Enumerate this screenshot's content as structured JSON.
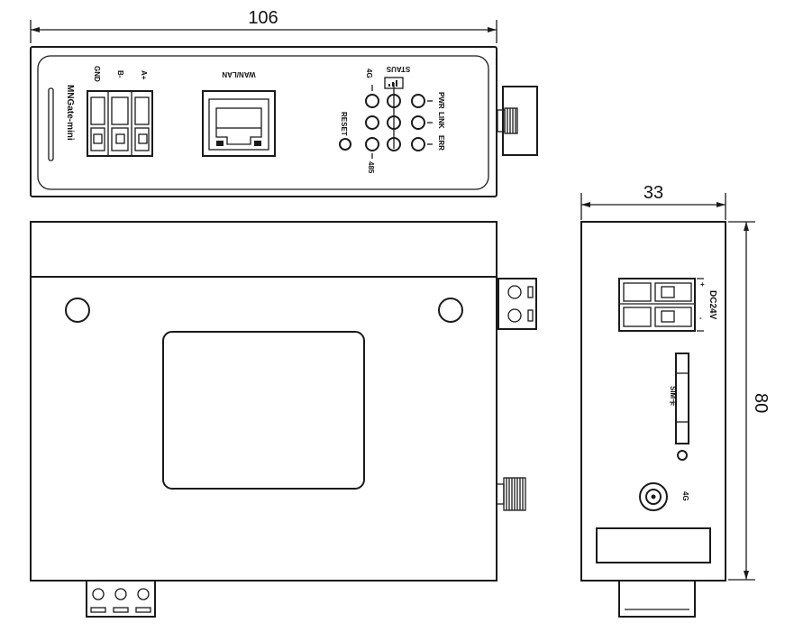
{
  "dimensions": {
    "width_top": "106",
    "depth_side": "33",
    "height_side": "80"
  },
  "top_view": {
    "product_name": "MNGate-mini",
    "terminal_labels": [
      "GND",
      "B-",
      "A+"
    ],
    "ethernet_label": "WAN/LAN",
    "status_group_label": "STAUS",
    "led_4g": "4G",
    "led_485": "485",
    "led_pwr": "PWR",
    "led_link": "LINK",
    "led_err": "ERR",
    "reset_label": "RESET"
  },
  "side_view": {
    "power_label": "DC24V",
    "plus_label": "+",
    "minus_label": "-",
    "sim_label": "SIM卡",
    "antenna_label": "4G"
  },
  "icons": {
    "signal": "signal-bars-icon"
  }
}
